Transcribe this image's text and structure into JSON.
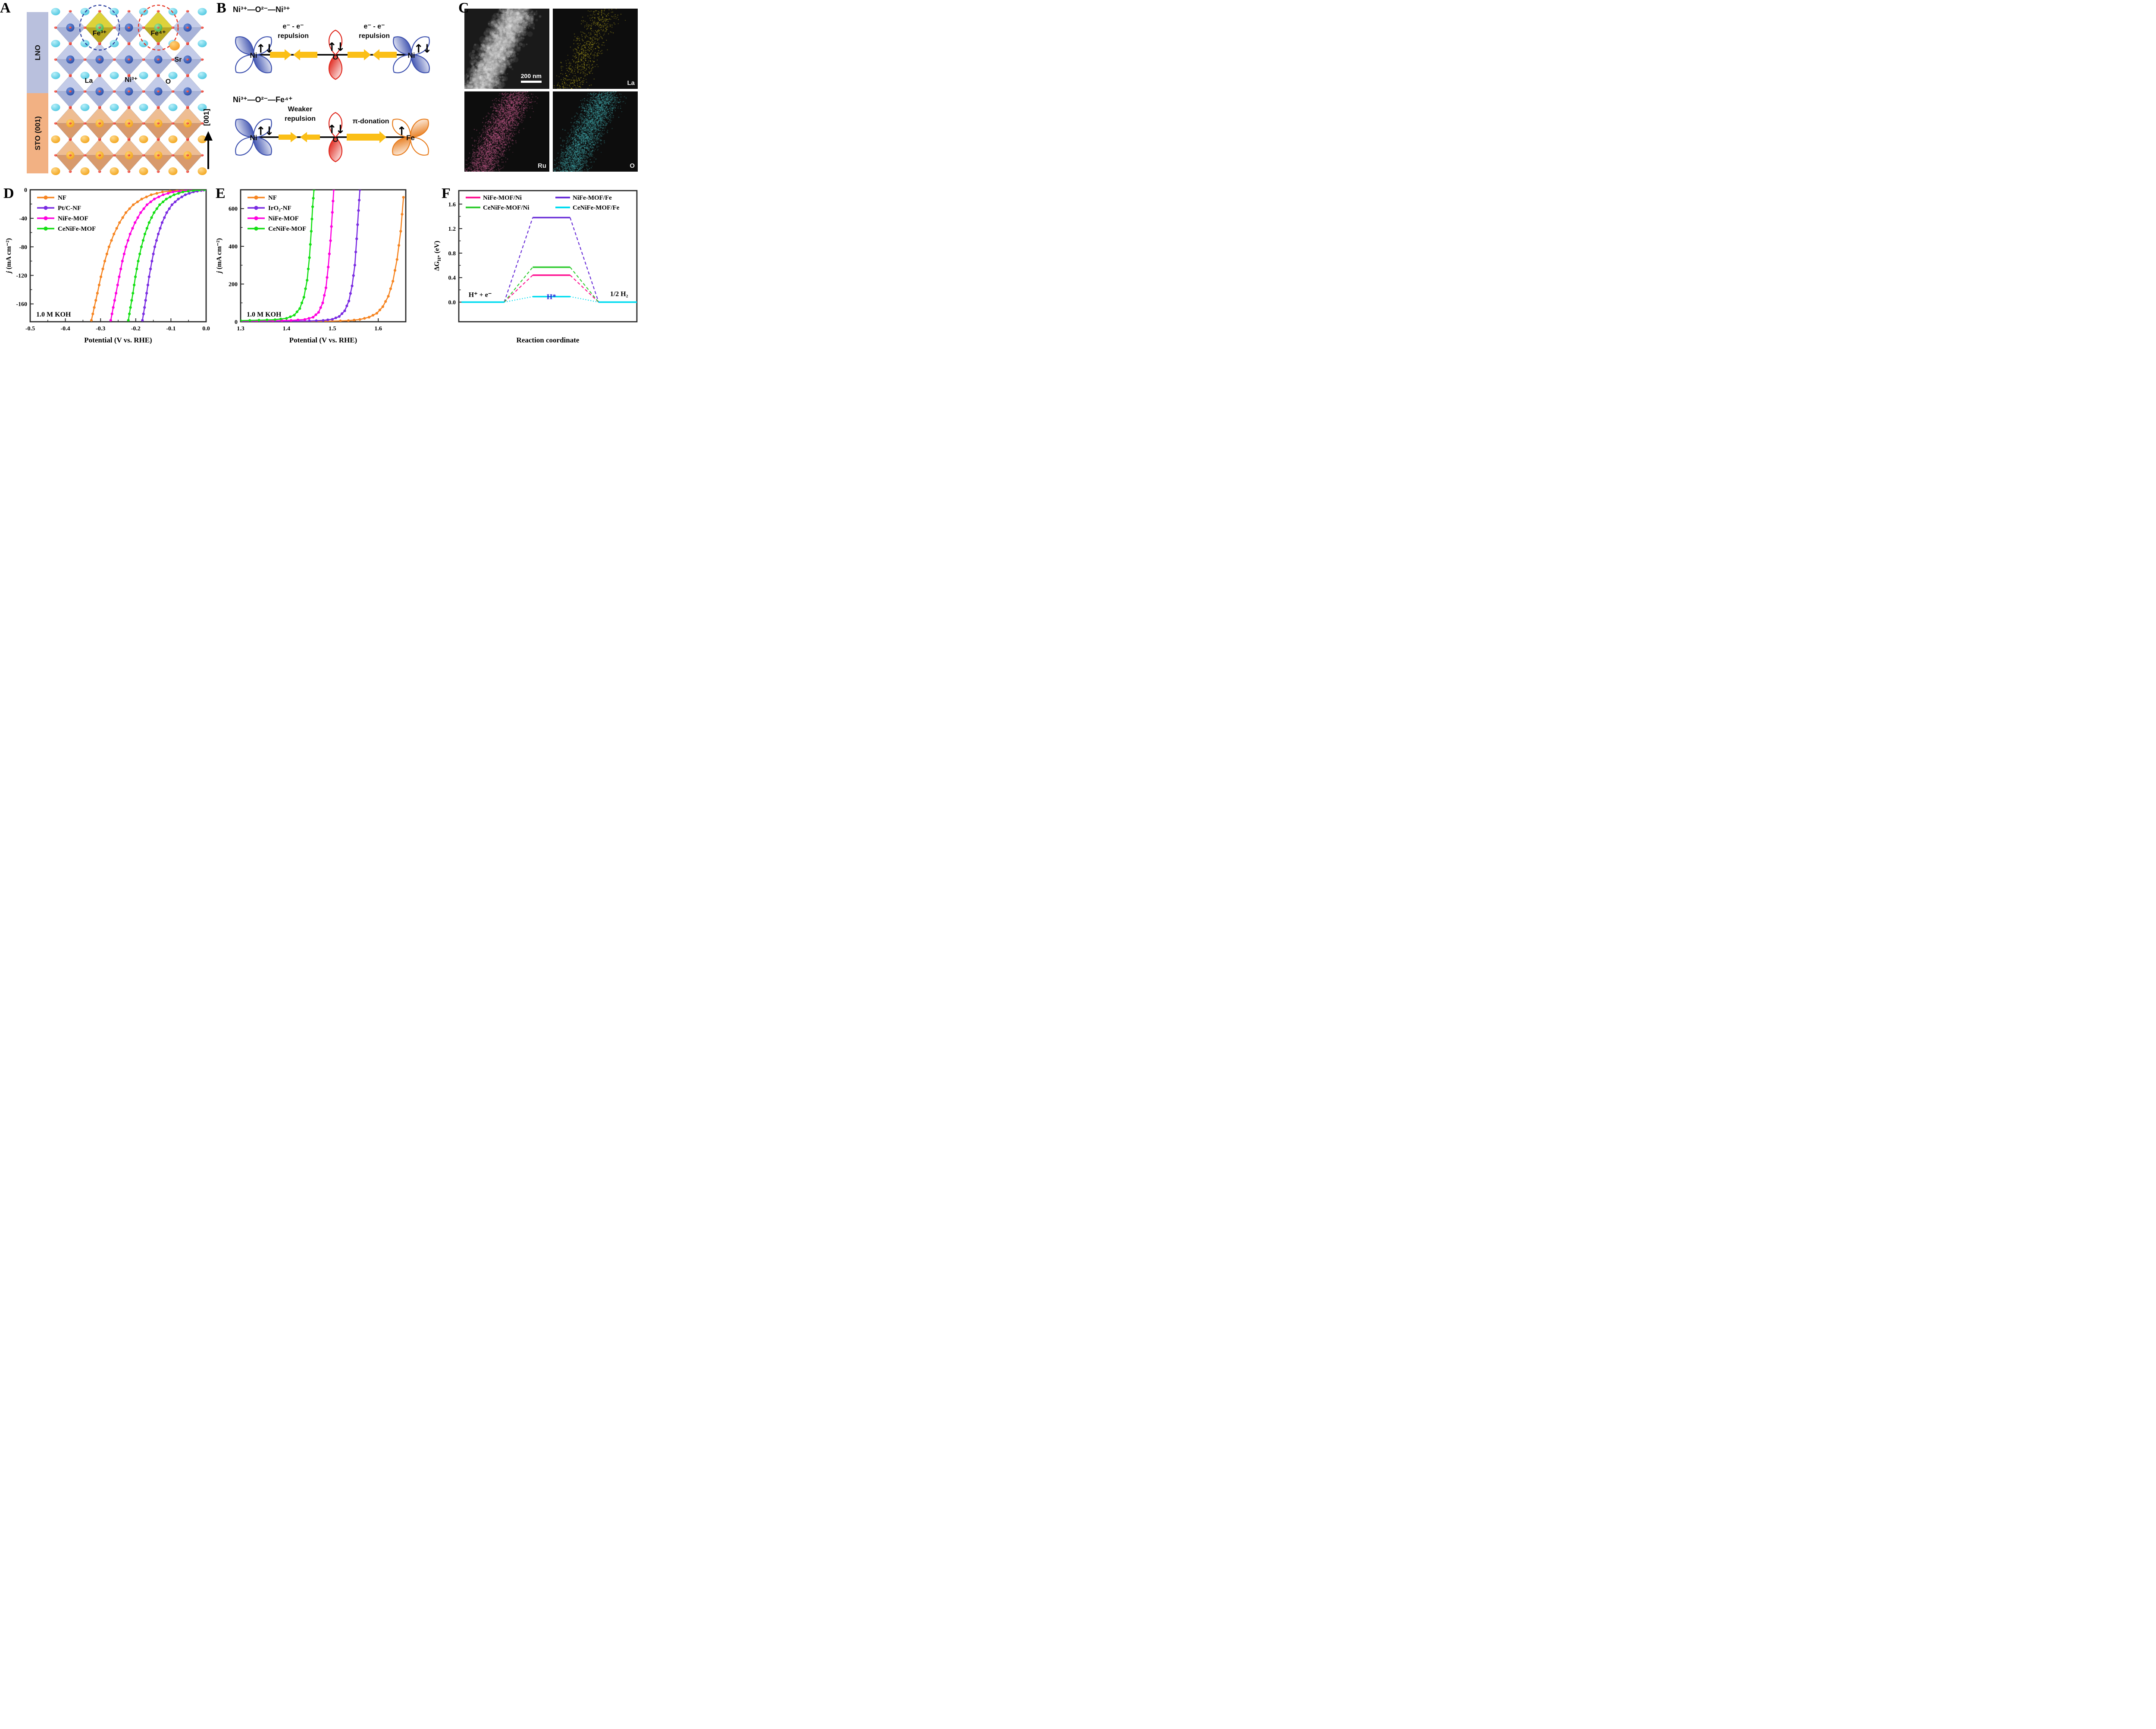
{
  "panels": {
    "A": {
      "label": "A",
      "layers": {
        "top": "LNO",
        "bottom": "STO (001)"
      },
      "direction_label": "[001]",
      "atoms": {
        "fe3": "Fe³⁺",
        "fe4": "Fe⁴⁺",
        "sr": "Sr",
        "la": "La",
        "ni": "Ni³⁺",
        "o": "O"
      },
      "colors": {
        "lno_bar": "#b9c0dd",
        "sto_bar": "#f2b183",
        "oct_blue_top": "#c3cbe8",
        "oct_blue_bot": "#a7b2d8",
        "oct_orange_top": "#eebd92",
        "oct_orange_bot": "#d89a6c",
        "oct_yellow_top": "#ddd23a",
        "oct_yellow_bot": "#b9a922",
        "la_sphere": "#4ec7e0",
        "ni_sphere": "#2a4da8",
        "amber_sphere": "#f2a51c",
        "sr_sphere": "#f59a23",
        "fe_sphere": "#49b549",
        "o_atom": "#e0281e",
        "fe3_ring": "#2a3f9e",
        "fe4_ring": "#e63322"
      }
    },
    "B": {
      "label": "B",
      "top": {
        "title": "Ni³⁺—O²⁻—Ni³⁺",
        "left_atom": "Ni",
        "center_atom": "O",
        "right_atom": "Ni",
        "left_arrow_label_line1": "e⁻ - e⁻",
        "left_arrow_label_line2": "repulsion",
        "right_arrow_label_line1": "e⁻ - e⁻",
        "right_arrow_label_line2": "repulsion",
        "left_spins": "↑↓",
        "center_spins": "↑↓",
        "right_spins": "↑↓"
      },
      "bottom": {
        "title": "Ni³⁺—O²⁻—Fe⁴⁺",
        "left_atom": "Ni",
        "center_atom": "O",
        "right_atom": "Fe",
        "left_arrow_label_line1": "Weaker",
        "left_arrow_label_line2": "repulsion",
        "right_arrow_label": "π-donation",
        "left_spins": "↑↓",
        "center_spins": "↑↓",
        "right_spins": "↑"
      },
      "colors": {
        "ni_orbital": "#3b4fae",
        "o_orbital": "#e0281e",
        "fe_orbital": "#e87d1e",
        "arrow": "#fbbf17"
      }
    },
    "C": {
      "label": "C",
      "scale_bar_label": "200 nm",
      "map_labels": {
        "la": "La",
        "ru": "Ru",
        "o": "O"
      },
      "colors": {
        "la_dots": "#d8c71f",
        "ru_dots": "#cf5f93",
        "o_dots": "#46b8bc"
      }
    },
    "D": {
      "label": "D"
    },
    "E": {
      "label": "E"
    },
    "F": {
      "label": "F"
    }
  },
  "chart_data": [
    {
      "id": "D",
      "type": "line",
      "xlabel": "Potential (V vs. RHE)",
      "ylabel_italic": "j",
      "ylabel_rest": " (mA cm⁻²)",
      "annotation": "1.0 M KOH",
      "xlim": [
        -0.5,
        0.0
      ],
      "ylim": [
        -185,
        0
      ],
      "xticks": [
        -0.5,
        -0.4,
        -0.3,
        -0.2,
        -0.1,
        0.0
      ],
      "xtick_labels": [
        "-0.5",
        "-0.4",
        "-0.3",
        "-0.2",
        "-0.1",
        "0.0"
      ],
      "yticks": [
        0,
        -40,
        -80,
        -120,
        -160
      ],
      "ytick_labels": [
        "0",
        "-40",
        "-80",
        "-120",
        "-160"
      ],
      "legend_position": "top-left",
      "grid": false,
      "series": [
        {
          "name": "NF",
          "color": "#f68522",
          "x": [
            -0.326,
            -0.318,
            -0.309,
            -0.299,
            -0.288,
            -0.276,
            -0.262,
            -0.246,
            -0.228,
            -0.207,
            -0.183,
            -0.156,
            -0.124,
            -0.082,
            -0.02
          ],
          "y": [
            -183,
            -165,
            -145,
            -122,
            -100,
            -80,
            -62,
            -46,
            -32,
            -21,
            -13,
            -7,
            -3,
            -1,
            0
          ]
        },
        {
          "name": "Pt/C-NF",
          "color": "#7a2be2",
          "x": [
            -0.181,
            -0.175,
            -0.169,
            -0.162,
            -0.154,
            -0.146,
            -0.136,
            -0.125,
            -0.112,
            -0.097,
            -0.079,
            -0.059,
            -0.036,
            -0.014,
            0.0
          ],
          "y": [
            -183,
            -165,
            -145,
            -122,
            -100,
            -80,
            -62,
            -46,
            -32,
            -21,
            -13,
            -7,
            -3,
            -1,
            0
          ]
        },
        {
          "name": "NiFe-MOF",
          "color": "#ff00e0",
          "x": [
            -0.271,
            -0.264,
            -0.256,
            -0.247,
            -0.238,
            -0.228,
            -0.216,
            -0.202,
            -0.186,
            -0.168,
            -0.147,
            -0.122,
            -0.094,
            -0.058,
            -0.012
          ],
          "y": [
            -183,
            -165,
            -145,
            -122,
            -100,
            -80,
            -62,
            -46,
            -32,
            -21,
            -13,
            -7,
            -3,
            -1,
            0
          ]
        },
        {
          "name": "CeNiFe-MOF",
          "color": "#15e015",
          "x": [
            -0.221,
            -0.215,
            -0.208,
            -0.201,
            -0.193,
            -0.184,
            -0.174,
            -0.162,
            -0.148,
            -0.132,
            -0.113,
            -0.091,
            -0.066,
            -0.036,
            -0.004
          ],
          "y": [
            -183,
            -165,
            -145,
            -122,
            -100,
            -80,
            -62,
            -46,
            -32,
            -21,
            -13,
            -7,
            -3,
            -1,
            0
          ]
        }
      ]
    },
    {
      "id": "E",
      "type": "line",
      "xlabel": "Potential (V vs. RHE)",
      "ylabel_italic": "j",
      "ylabel_rest": " (mA cm⁻²)",
      "annotation": "1.0 M KOH",
      "xlim": [
        1.3,
        1.66
      ],
      "ylim": [
        0,
        700
      ],
      "xticks": [
        1.3,
        1.4,
        1.5,
        1.6
      ],
      "xtick_labels": [
        "1.3",
        "1.4",
        "1.5",
        "1.6"
      ],
      "yticks": [
        0,
        200,
        400,
        600
      ],
      "ytick_labels": [
        "0",
        "200",
        "400",
        "600"
      ],
      "legend_position": "top-left",
      "grid": false,
      "series": [
        {
          "name": "NF",
          "color": "#f68522",
          "x": [
            1.3,
            1.38,
            1.45,
            1.5,
            1.535,
            1.56,
            1.58,
            1.597,
            1.61,
            1.622,
            1.632,
            1.641,
            1.649,
            1.655
          ],
          "y": [
            1,
            1,
            2,
            3,
            6,
            12,
            24,
            45,
            80,
            135,
            215,
            330,
            480,
            660
          ]
        },
        {
          "name": "IrO₂-NF",
          "color": "#7a2be2",
          "x": [
            1.3,
            1.4,
            1.45,
            1.48,
            1.5,
            1.515,
            1.527,
            1.536,
            1.543,
            1.549,
            1.553,
            1.557,
            1.56
          ],
          "y": [
            2,
            3,
            4,
            7,
            13,
            28,
            58,
            110,
            190,
            300,
            440,
            590,
            700
          ]
        },
        {
          "name": "NiFe-MOF",
          "color": "#ff00e0",
          "x": [
            1.3,
            1.37,
            1.41,
            1.44,
            1.458,
            1.47,
            1.479,
            1.486,
            1.491,
            1.496,
            1.5,
            1.503
          ],
          "y": [
            4,
            5,
            7,
            12,
            24,
            50,
            100,
            180,
            290,
            430,
            580,
            700
          ]
        },
        {
          "name": "CeNiFe-MOF",
          "color": "#15e015",
          "x": [
            1.3,
            1.34,
            1.375,
            1.4,
            1.417,
            1.429,
            1.438,
            1.445,
            1.45,
            1.454,
            1.457,
            1.46
          ],
          "y": [
            6,
            8,
            11,
            18,
            35,
            70,
            130,
            220,
            340,
            480,
            610,
            700
          ]
        }
      ]
    },
    {
      "id": "F",
      "type": "energy-diagram",
      "xlabel": "Reaction coordinate",
      "ylabel_main": "ΔG",
      "ylabel_sub": "H*",
      "ylabel_rest": " (eV)",
      "ylim": [
        -0.32,
        1.82
      ],
      "yticks": [
        0.0,
        0.4,
        0.8,
        1.2,
        1.6
      ],
      "ytick_labels": [
        "0.0",
        "0.4",
        "0.8",
        "1.2",
        "1.6"
      ],
      "stages": {
        "initial": [
          0.015,
          0.255
        ],
        "middle": [
          0.415,
          0.625
        ],
        "final": [
          0.785,
          1.0
        ]
      },
      "series": [
        {
          "name": "NiFe-MOF/Ni",
          "color": "#ff1493",
          "gh": 0.44
        },
        {
          "name": "NiFe-MOF/Fe",
          "color": "#6a2fd8",
          "gh": 1.38
        },
        {
          "name": "CeNiFe-MOF/Ni",
          "color": "#33cc33",
          "gh": 0.57
        },
        {
          "name": "CeNiFe-MOF/Fe",
          "color": "#00dcf0",
          "gh": 0.09
        }
      ],
      "annotations": {
        "left": "H⁺ + e⁻",
        "middle": "H*",
        "middle_color": "#1f1fd6",
        "right": "1/2 H₂"
      }
    }
  ]
}
